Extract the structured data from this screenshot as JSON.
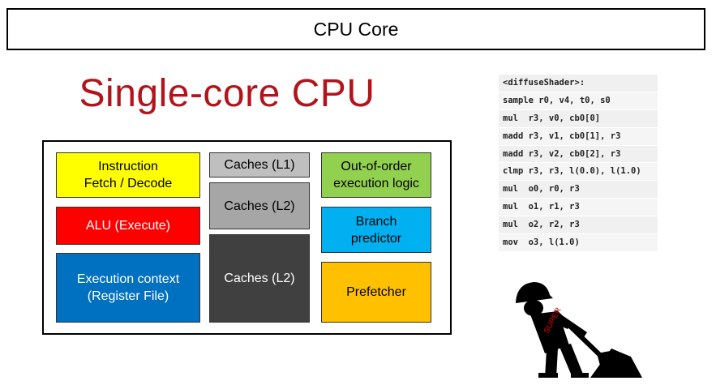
{
  "header": {
    "title": "CPU Core"
  },
  "main_title": "Single-core CPU",
  "blocks": {
    "fetch_decode": "Instruction\nFetch / Decode",
    "alu": "ALU (Execute)",
    "exec_context": "Execution context\n(Register File)",
    "cache_l1": "Caches (L1)",
    "cache_l2_small": "Caches (L2)",
    "cache_l2_large": "Caches (L2)",
    "ooo": "Out-of-order\nexecution logic",
    "branch": "Branch\npredictor",
    "prefetcher": "Prefetcher"
  },
  "code": {
    "lines": [
      "<diffuseShader>:",
      "sample r0, v4, t0, s0",
      "mul  r3, v0, cb0[0]",
      "madd r3, v1, cb0[1], r3",
      "madd r3, v2, cb0[2], r3",
      "clmp r3, r3, l(0.0), l(1.0)",
      "mul  o0, r0, r3",
      "mul  o1, r1, r3",
      "mul  o2, r2, r3",
      "mov  o3, l(1.0)"
    ]
  },
  "worker": {
    "icon": "worker-shoveling-icon",
    "badge": "SUPER"
  },
  "colors": {
    "title_red": "#b3141b",
    "fetch_yellow": "#ffff00",
    "alu_red": "#ff0000",
    "exec_blue": "#0070c0",
    "cache_light": "#bfbfbf",
    "cache_mid": "#a6a6a6",
    "cache_dark": "#404040",
    "ooo_green": "#92d050",
    "branch_blue": "#00b0f0",
    "prefetch_orange": "#ffc000"
  }
}
